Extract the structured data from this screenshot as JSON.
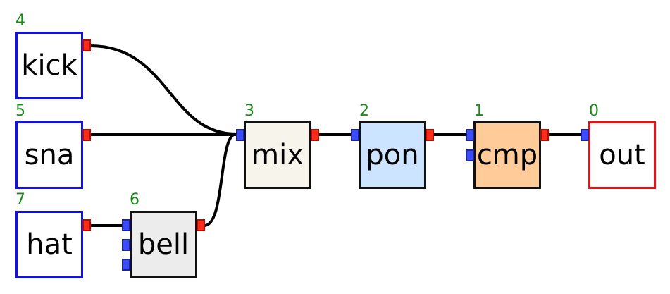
{
  "colors": {
    "source_border": "#1010ee",
    "output_border": "#ee1010",
    "default_border": "#111111",
    "wire": "#000000",
    "index_text": "#1b8a1b",
    "port_out": "#ff2a1a",
    "port_in": "#3b4cff"
  },
  "nodes": {
    "kick": {
      "label": "kick",
      "index": "4",
      "fill": "#ffffff",
      "kind": "source"
    },
    "sna": {
      "label": "sna",
      "index": "5",
      "fill": "#ffffff",
      "kind": "source"
    },
    "hat": {
      "label": "hat",
      "index": "7",
      "fill": "#ffffff",
      "kind": "source"
    },
    "bell": {
      "label": "bell",
      "index": "6",
      "fill": "#ececec",
      "kind": "effect"
    },
    "mix": {
      "label": "mix",
      "index": "3",
      "fill": "#f7f4ec",
      "kind": "effect"
    },
    "pon": {
      "label": "pon",
      "index": "2",
      "fill": "#cce4ff",
      "kind": "effect"
    },
    "cmp": {
      "label": "cmp",
      "index": "1",
      "fill": "#ffcc99",
      "kind": "effect"
    },
    "out": {
      "label": "out",
      "index": "0",
      "fill": "#ffffff",
      "kind": "output"
    }
  },
  "connections": [
    {
      "from": "kick",
      "to": "mix"
    },
    {
      "from": "sna",
      "to": "mix"
    },
    {
      "from": "hat",
      "to": "bell"
    },
    {
      "from": "bell",
      "to": "mix"
    },
    {
      "from": "mix",
      "to": "pon"
    },
    {
      "from": "pon",
      "to": "cmp"
    },
    {
      "from": "cmp",
      "to": "out"
    }
  ]
}
